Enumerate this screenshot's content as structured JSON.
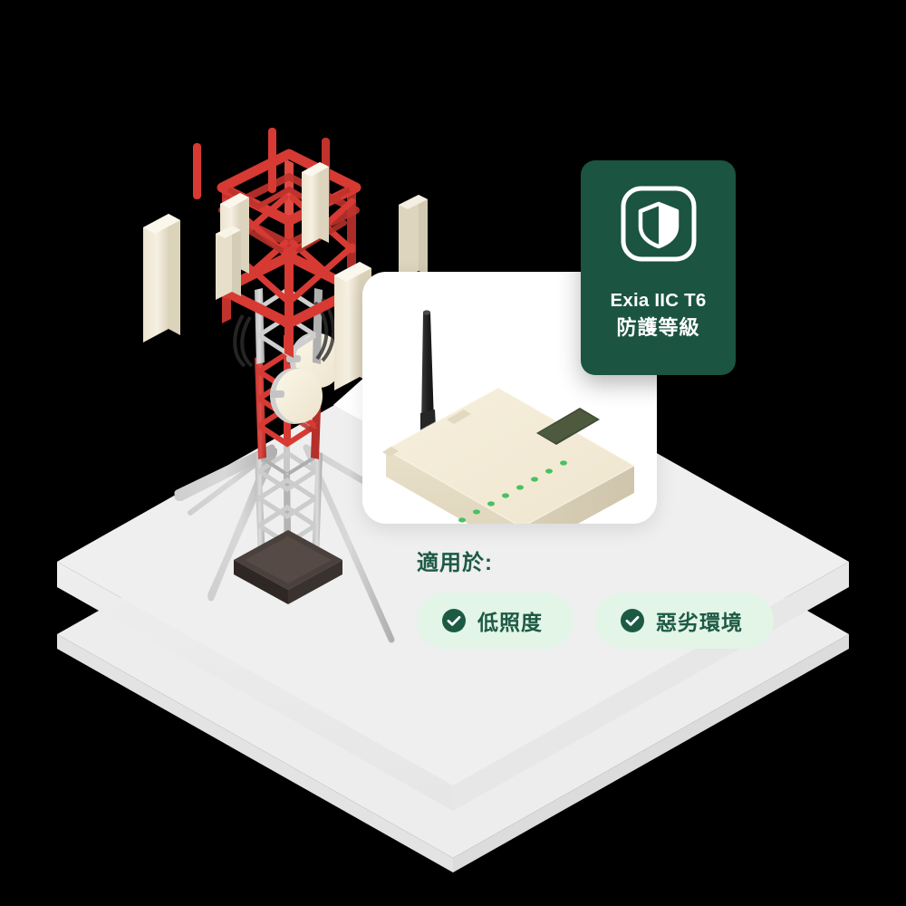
{
  "scene": {
    "title": "Telecom tower with explosion-proof modem",
    "background_color": "#000000",
    "platform_color": "#efefef",
    "platform_edge_color": "#e4e4e4"
  },
  "spec_badge": {
    "icon": "shield-icon",
    "line1": "Exia IIC T6",
    "line2": "防護等級",
    "background_color": "#1b5441",
    "text_color": "#ffffff"
  },
  "device_card": {
    "illustration": "wireless-modem-icon",
    "background_color": "#ffffff",
    "device": {
      "body_color": "#f2ead7",
      "antenna_color": "#2b2b2b",
      "screen_color": "#4a5a3c",
      "led_color": "#49c163",
      "led_count": 8
    }
  },
  "applies": {
    "label": "適用於:",
    "text_color": "#1d5a44",
    "pills": [
      {
        "icon": "check-circle-icon",
        "label": "低照度",
        "bg": "#e2f5e7",
        "fg": "#1d5a44"
      },
      {
        "icon": "check-circle-icon",
        "label": "惡劣環境",
        "bg": "#e2f5e7",
        "fg": "#1d5a44"
      }
    ]
  },
  "tower": {
    "name": "cell-tower-illustration",
    "top_mast_color": "#d63a33",
    "mid_lattice_color": "#c0c0c0",
    "panel_antenna_color": "#f2ead7",
    "dish_antenna_color": "#f4eedd",
    "base_color": "#3a3330",
    "guy_wire_color": "#b9b9b9",
    "panel_antenna_count": 6,
    "dish_antenna_count": 2,
    "whip_antenna_count": 4,
    "guy_wire_count": 4
  }
}
